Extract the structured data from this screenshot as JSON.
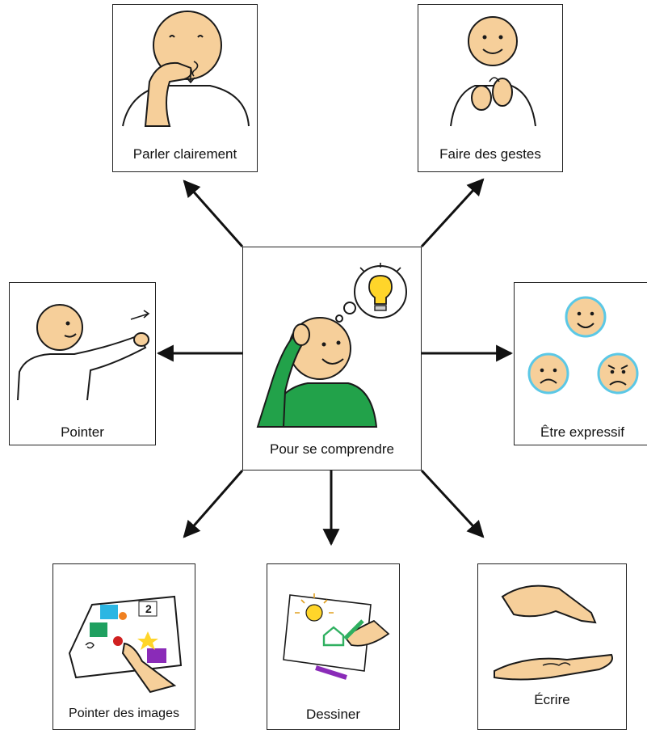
{
  "center": {
    "label": "Pour se comprendre"
  },
  "cards": {
    "speak": {
      "label": "Parler clairement"
    },
    "gesture": {
      "label": "Faire des gestes"
    },
    "point": {
      "label": "Pointer"
    },
    "express": {
      "label": "Être expressif"
    },
    "images": {
      "label": "Pointer des images"
    },
    "draw": {
      "label": "Dessiner"
    },
    "write": {
      "label": "Écrire"
    }
  },
  "colors": {
    "skin": "#f6cf9a",
    "outline": "#1a1a1a",
    "shirt_green": "#22a24a",
    "face_blue": "#5bc8e6",
    "bulb_yellow": "#ffd52a",
    "arrow": "#111111"
  },
  "icons": [
    "thinking-person-icon",
    "lightbulb-icon",
    "speaking-person-icon",
    "signing-person-icon",
    "pointing-person-icon",
    "emotion-faces-icon",
    "picture-board-icon",
    "drawing-hand-icon",
    "writing-hands-icon"
  ]
}
